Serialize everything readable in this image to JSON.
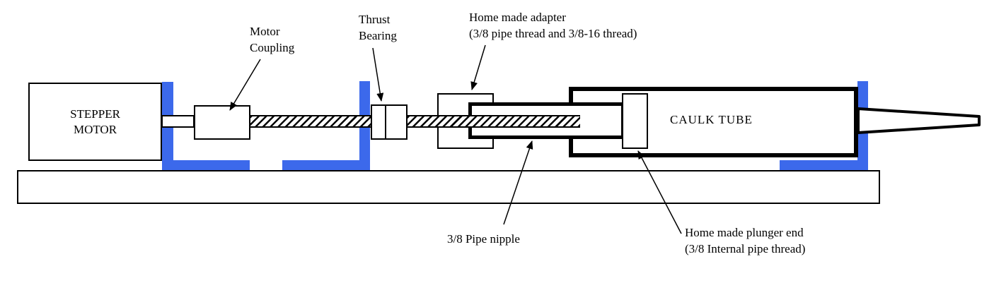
{
  "labels": {
    "stepper_motor_line1": "STEPPER",
    "stepper_motor_line2": "MOTOR",
    "motor_coupling_line1": "Motor",
    "motor_coupling_line2": "Coupling",
    "thrust_bearing_line1": "Thrust",
    "thrust_bearing_line2": "Bearing",
    "adapter_line1": "Home made adapter",
    "adapter_line2": "(3/8 pipe thread and 3/8-16 thread)",
    "caulk_tube": "CAULK TUBE",
    "pipe_nipple": "3/8 Pipe nipple",
    "plunger_line1": "Home made plunger end",
    "plunger_line2": "(3/8 Internal pipe thread)"
  },
  "colors": {
    "bracket_blue": "#3C69EB",
    "outline_black": "#000000",
    "background": "#FFFFFF"
  }
}
